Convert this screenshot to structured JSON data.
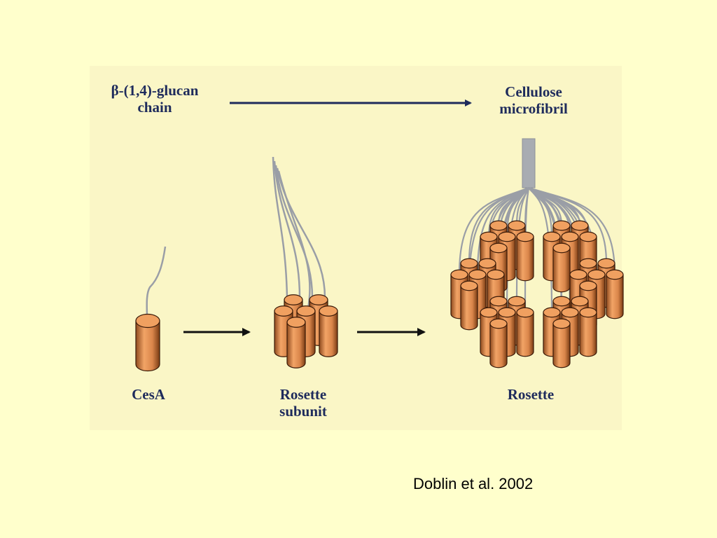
{
  "labels": {
    "glucan_line1": "β-(1,4)-glucan",
    "glucan_line2": "chain",
    "microfibril_line1": "Cellulose",
    "microfibril_line2": "microfibril",
    "cesa": "CesA",
    "rosette_subunit_line1": "Rosette",
    "rosette_subunit_line2": "subunit",
    "rosette": "Rosette"
  },
  "citation": "Doblin et al. 2002",
  "colors": {
    "background": "#FFFFCC",
    "label": "#1E2B5C",
    "arrow": "#1E2B5C",
    "cylinder": "#D9854A",
    "chain": "#9A9EA6"
  }
}
